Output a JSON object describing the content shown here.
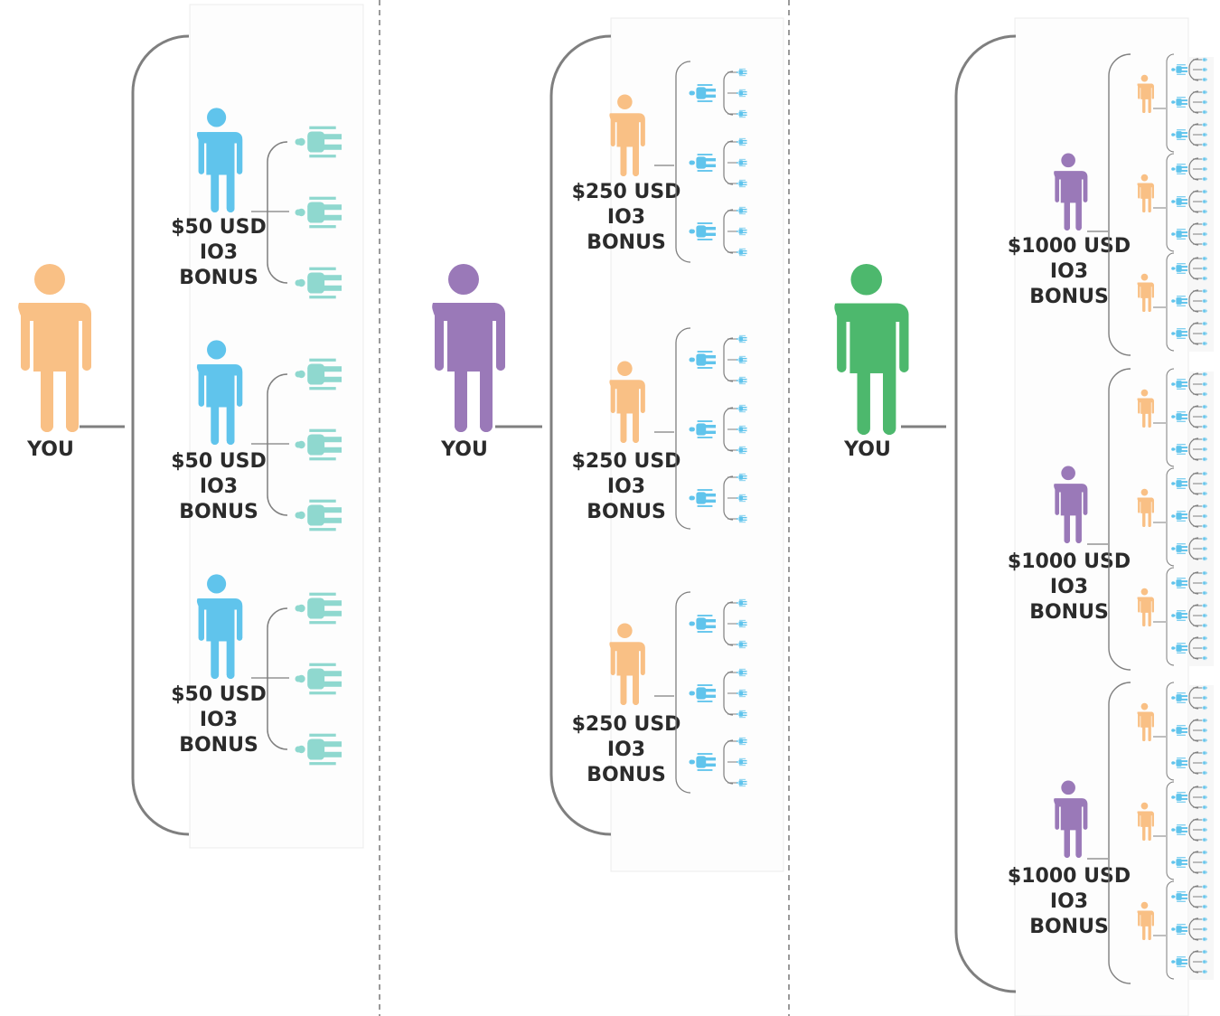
{
  "colors": {
    "orange": "#f9c085",
    "blue": "#60c4ec",
    "purple": "#9a79b8",
    "green": "#4db86d",
    "teal": "#8fd8cf",
    "bracket": "#7f7f7f",
    "divider": "#9a9a9a"
  },
  "panels": [
    {
      "you_label": "YOU",
      "you_color": "orange",
      "bonus": {
        "amount": "$50 USD",
        "token": "IO3",
        "word": "BONUS"
      },
      "level1_color": "blue",
      "level1_count": 3,
      "level2_color": "teal",
      "level2_per_branch": 3
    },
    {
      "you_label": "YOU",
      "you_color": "purple",
      "bonus": {
        "amount": "$250 USD",
        "token": "IO3",
        "word": "BONUS"
      },
      "level1_color": "orange",
      "level1_count": 3,
      "level2_color": "blue",
      "level2_per_branch": 3,
      "level3_color": "blue",
      "level3_per_branch": 3
    },
    {
      "you_label": "YOU",
      "you_color": "green",
      "bonus": {
        "amount": "$1000 USD",
        "token": "IO3",
        "word": "BONUS"
      },
      "level1_color": "purple",
      "level1_count": 3,
      "level2_color": "orange",
      "level2_per_branch": 3,
      "level3_color": "blue",
      "level3_per_branch": 3
    }
  ]
}
